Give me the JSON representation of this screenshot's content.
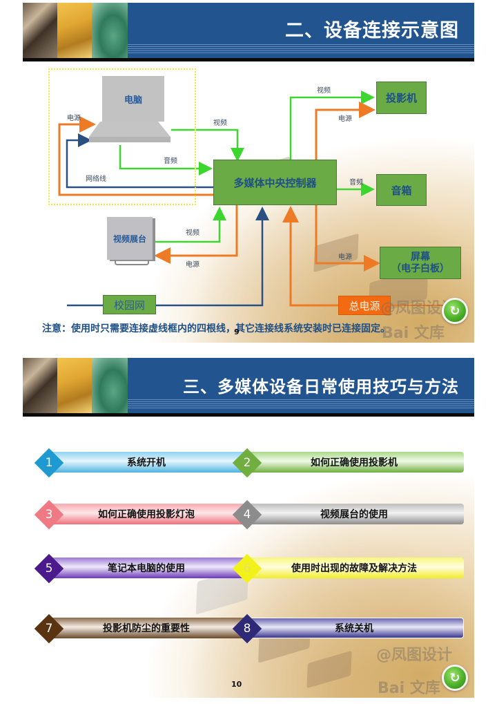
{
  "slide9": {
    "header_title": "二、设备连接示意图",
    "devices": {
      "laptop": "电脑",
      "controller": "多媒体中央控制器",
      "projector": "投影机",
      "speaker": "音箱",
      "screen_line1": "屏幕",
      "screen_line2": "（电子白板）",
      "visualizer": "视频展台",
      "campus_network": "校园网",
      "main_power": "总电源"
    },
    "connection_labels": {
      "laptop_power": "电源",
      "laptop_video": "视频",
      "laptop_audio": "音频",
      "laptop_network": "网络线",
      "projector_video": "视频",
      "projector_power": "电源",
      "speaker_audio": "音频",
      "screen_power": "电源",
      "visualizer_video": "视频",
      "visualizer_power": "电源"
    },
    "colors": {
      "video_audio": "#3dd62e",
      "power": "#ee7a26",
      "network": "#2a4f82",
      "device_green": "#6aab45",
      "header_blue": "#22548f"
    },
    "note": "注意：使用时只需要连接虚线框内的四根线，其它连接线系统安装时已连接固定。",
    "page_number": "9",
    "watermark_top": "@凤图设计",
    "watermark_bottom": "Bai 文库"
  },
  "slide10": {
    "header_title": "三、多媒体设备日常使用技巧与方法",
    "menu": [
      {
        "num": "1",
        "label": "系统开机",
        "color": "#1e9ad1"
      },
      {
        "num": "2",
        "label": "如何正确使用投影机",
        "color": "#6fae3f"
      },
      {
        "num": "3",
        "label": "如何正确使用投影灯泡",
        "color": "#f07a84"
      },
      {
        "num": "4",
        "label": "视频展台的使用",
        "color": "#8c8c8c"
      },
      {
        "num": "5",
        "label": "笔记本电脑的使用",
        "color": "#4b1a8c"
      },
      {
        "num": "6",
        "label": "使用时出现的故障及解决方法",
        "color": "#f2f21a"
      },
      {
        "num": "7",
        "label": "投影机防尘的重要性",
        "color": "#5a3310"
      },
      {
        "num": "8",
        "label": "系统关机",
        "color": "#2e2a78"
      }
    ],
    "page_number": "10",
    "watermark_top": "@凤图设计",
    "watermark_bottom": "Bai 文库"
  }
}
